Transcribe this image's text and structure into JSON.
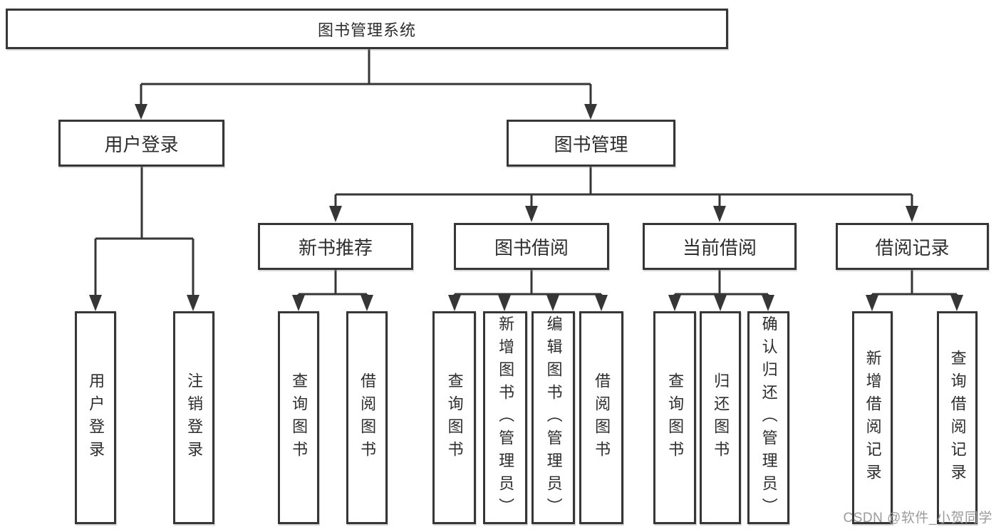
{
  "diagram_title": "图书管理系统",
  "nodes": {
    "root": {
      "label": "图书管理系统"
    },
    "user_login": {
      "label": "用户登录"
    },
    "book_mgmt": {
      "label": "图书管理"
    },
    "new_book_rec": {
      "label": "新书推荐"
    },
    "book_borrow": {
      "label": "图书借阅"
    },
    "current_borrow": {
      "label": "当前借阅"
    },
    "borrow_record": {
      "label": "借阅记录"
    },
    "leaf_user_login": {
      "label": "用户登录"
    },
    "leaf_logout": {
      "label": "注销登录"
    },
    "leaf_rec_query_book": {
      "label": "查询图书"
    },
    "leaf_rec_borrow_book": {
      "label": "借阅图书"
    },
    "leaf_bb_query_book": {
      "label": "查询图书"
    },
    "leaf_bb_add_book": {
      "label": "新增图书（管理员）"
    },
    "leaf_bb_edit_book": {
      "label": "编辑图书（管理员）"
    },
    "leaf_bb_borrow_book": {
      "label": "借阅图书"
    },
    "leaf_cb_query_book": {
      "label": "查询图书"
    },
    "leaf_cb_return_book": {
      "label": "归还图书"
    },
    "leaf_cb_confirm_return": {
      "label": "确认归还（管理员）"
    },
    "leaf_br_add_record": {
      "label": "新增借阅记录"
    },
    "leaf_br_query_record": {
      "label": "查询借阅记录"
    }
  },
  "hierarchy": [
    {
      "parent": "图书管理系统",
      "children": [
        "用户登录",
        "图书管理"
      ]
    },
    {
      "parent": "用户登录",
      "children": [
        "用户登录",
        "注销登录"
      ]
    },
    {
      "parent": "图书管理",
      "children": [
        "新书推荐",
        "图书借阅",
        "当前借阅",
        "借阅记录"
      ]
    },
    {
      "parent": "新书推荐",
      "children": [
        "查询图书",
        "借阅图书"
      ]
    },
    {
      "parent": "图书借阅",
      "children": [
        "查询图书",
        "新增图书（管理员）",
        "编辑图书（管理员）",
        "借阅图书"
      ]
    },
    {
      "parent": "当前借阅",
      "children": [
        "查询图书",
        "归还图书",
        "确认归还（管理员）"
      ]
    },
    {
      "parent": "借阅记录",
      "children": [
        "新增借阅记录",
        "查询借阅记录"
      ]
    }
  ],
  "watermark": {
    "text": "CSDN @软件_小贺同学",
    "color": "#9b9b9b"
  },
  "colors": {
    "line": "#363636",
    "box_border": "#363636",
    "box_fill": "#ffffff",
    "text": "#2d2d2d",
    "background": "#ffffff"
  }
}
